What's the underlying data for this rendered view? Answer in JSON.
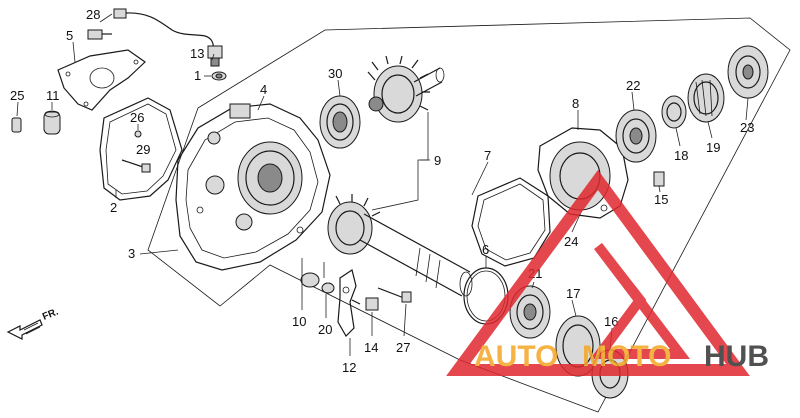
{
  "labels": [
    {
      "id": "28",
      "text": "28"
    },
    {
      "id": "5",
      "text": "5"
    },
    {
      "id": "13",
      "text": "13"
    },
    {
      "id": "1",
      "text": "1"
    },
    {
      "id": "25",
      "text": "25"
    },
    {
      "id": "11",
      "text": "11"
    },
    {
      "id": "4",
      "text": "4"
    },
    {
      "id": "30",
      "text": "30"
    },
    {
      "id": "26",
      "text": "26"
    },
    {
      "id": "29",
      "text": "29"
    },
    {
      "id": "2",
      "text": "2"
    },
    {
      "id": "3",
      "text": "3"
    },
    {
      "id": "9",
      "text": "9"
    },
    {
      "id": "7",
      "text": "7"
    },
    {
      "id": "8",
      "text": "8"
    },
    {
      "id": "22",
      "text": "22"
    },
    {
      "id": "18",
      "text": "18"
    },
    {
      "id": "19",
      "text": "19"
    },
    {
      "id": "23",
      "text": "23"
    },
    {
      "id": "15",
      "text": "15"
    },
    {
      "id": "24",
      "text": "24"
    },
    {
      "id": "6",
      "text": "6"
    },
    {
      "id": "21",
      "text": "21"
    },
    {
      "id": "17",
      "text": "17"
    },
    {
      "id": "16",
      "text": "16"
    },
    {
      "id": "10",
      "text": "10"
    },
    {
      "id": "20",
      "text": "20"
    },
    {
      "id": "14",
      "text": "14"
    },
    {
      "id": "27",
      "text": "27"
    },
    {
      "id": "12",
      "text": "12"
    }
  ],
  "fr_label": "FR.",
  "watermark": {
    "brand_left": "AUTO",
    "brand_mid": "MOTO",
    "brand_right": "HUB",
    "color_red": "#e0282e",
    "color_orange": "#f5a623",
    "color_dark": "#333333"
  }
}
